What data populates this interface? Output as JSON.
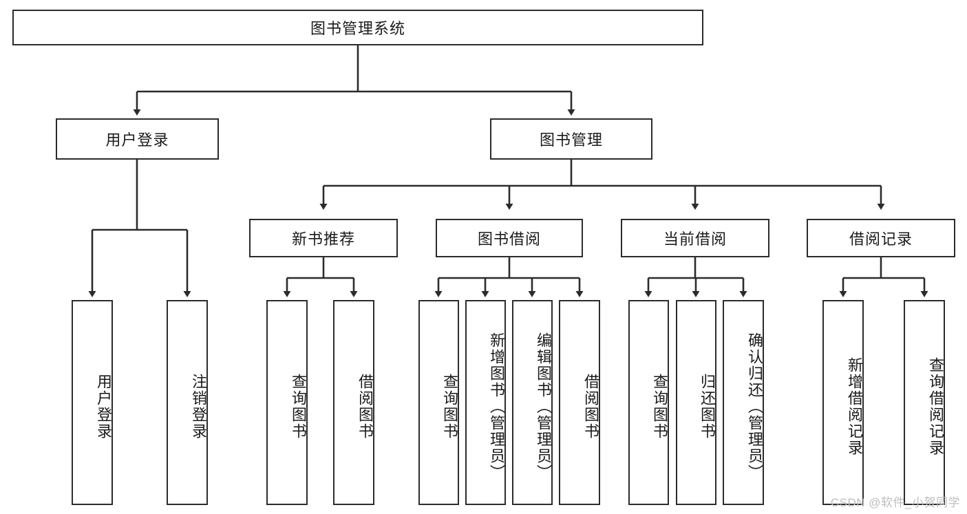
{
  "diagram": {
    "title": "图书管理系统",
    "watermark": "CSDN @软件_小贺同学",
    "line_color": "#2b2b2b",
    "box_fill": "#ffffff",
    "text_color": "#1a1a1a",
    "watermark_color": "#bdbdbd",
    "root": {
      "label": "图书管理系统"
    },
    "level2": [
      {
        "label": "用户登录"
      },
      {
        "label": "图书管理"
      }
    ],
    "level3": [
      {
        "label": "新书推荐"
      },
      {
        "label": "图书借阅"
      },
      {
        "label": "当前借阅"
      },
      {
        "label": "借阅记录"
      }
    ],
    "leaves": {
      "user_login": [
        {
          "label": "用户登录"
        },
        {
          "label": "注销登录"
        }
      ],
      "new_book_recommend": [
        {
          "label": "查询图书"
        },
        {
          "label": "借阅图书"
        }
      ],
      "book_borrow": [
        {
          "label": "查询图书"
        },
        {
          "label": "新增图书（管理员）"
        },
        {
          "label": "编辑图书（管理员）"
        },
        {
          "label": "借阅图书"
        }
      ],
      "current_borrow": [
        {
          "label": "查询图书"
        },
        {
          "label": "归还图书"
        },
        {
          "label": "确认归还（管理员）"
        }
      ],
      "borrow_record": [
        {
          "label": "新增借阅记录"
        },
        {
          "label": "查询借阅记录"
        }
      ]
    }
  }
}
